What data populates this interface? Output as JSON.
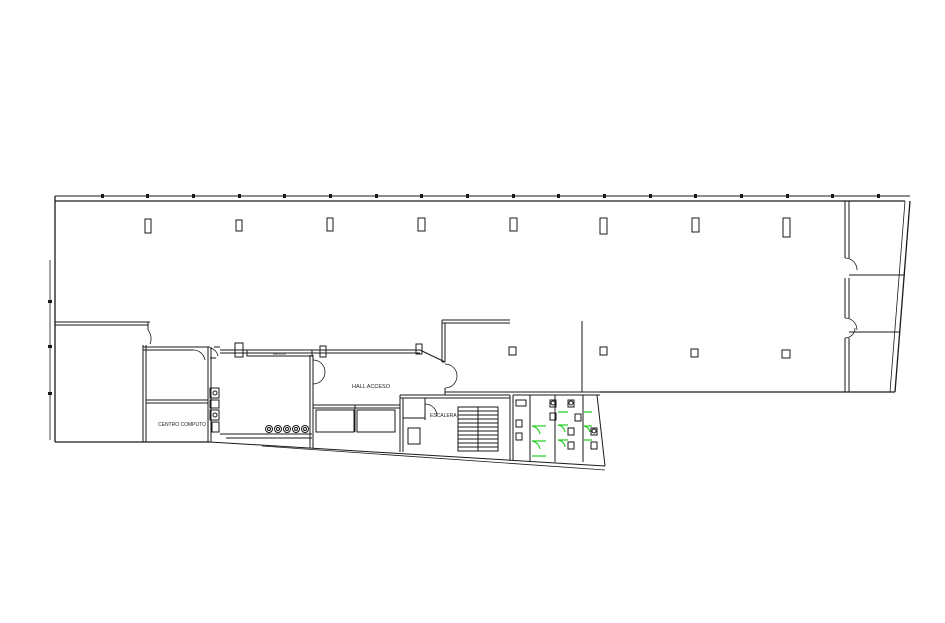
{
  "drawing": {
    "labels": {
      "hall_acceso": "HALL ACCESO",
      "centro_computo": "CENTRO COMPUTO",
      "escalera": "ESCALERA",
      "meson": "MESON"
    }
  },
  "colors": {
    "line": "#1a1a1a",
    "thin_line": "#555555",
    "accent_green": "#22cc22",
    "background": "#ffffff"
  }
}
